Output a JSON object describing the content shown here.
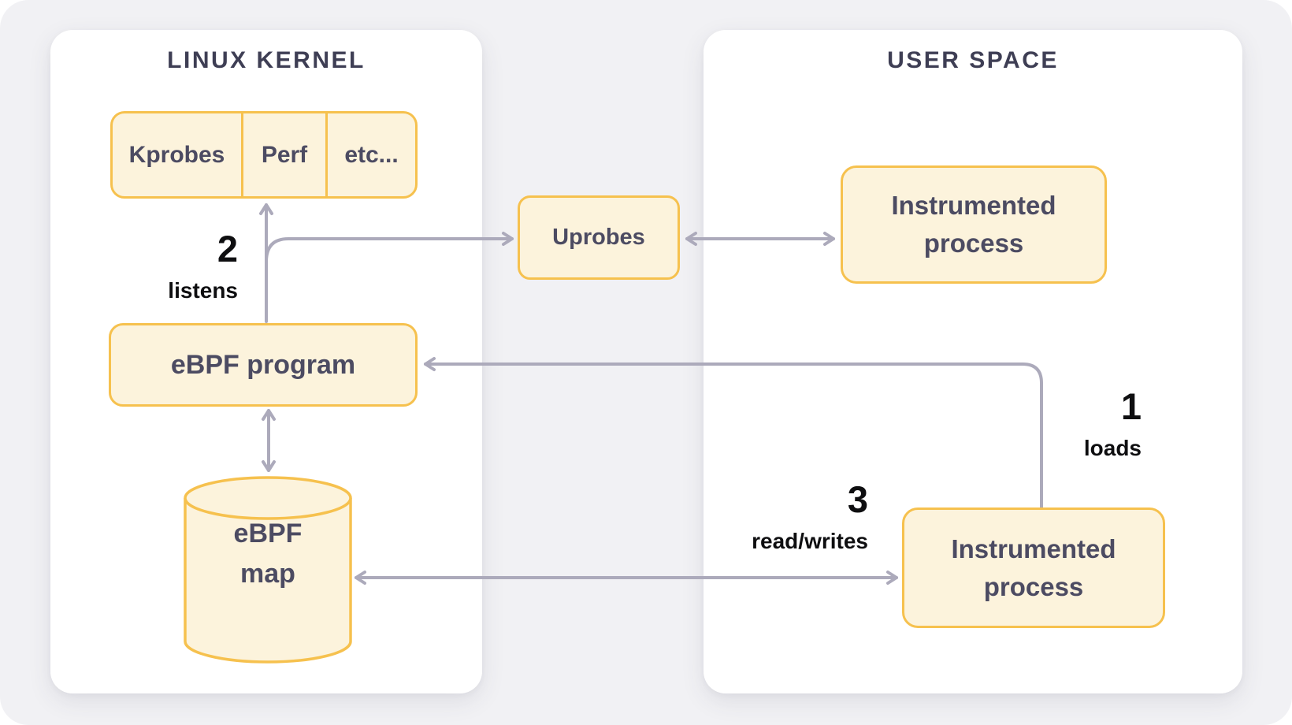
{
  "kernel_panel": {
    "title": "LINUX KERNEL",
    "probe_cells": [
      "Kprobes",
      "Perf",
      "etc..."
    ],
    "ebpf_program": "eBPF program",
    "ebpf_map": "eBPF\nmap"
  },
  "user_panel": {
    "title": "USER SPACE",
    "instrumented_top": "Instrumented\nprocess",
    "instrumented_bottom": "Instrumented\nprocess"
  },
  "bridge": {
    "uprobes": "Uprobes"
  },
  "annotations": {
    "loads": {
      "number": "1",
      "label": "loads"
    },
    "listens": {
      "number": "2",
      "label": "listens"
    },
    "read_writes": {
      "number": "3",
      "label": "read/writes"
    }
  },
  "colors": {
    "canvas_bg": "#F1F1F4",
    "panel_bg": "#FFFFFF",
    "node_fill": "#FCF3DC",
    "node_border": "#F6C14E",
    "node_text": "#4C4B62",
    "heading_text": "#3E3E54",
    "arrow": "#ACAABB",
    "annotation_text": "#0E0E10"
  }
}
